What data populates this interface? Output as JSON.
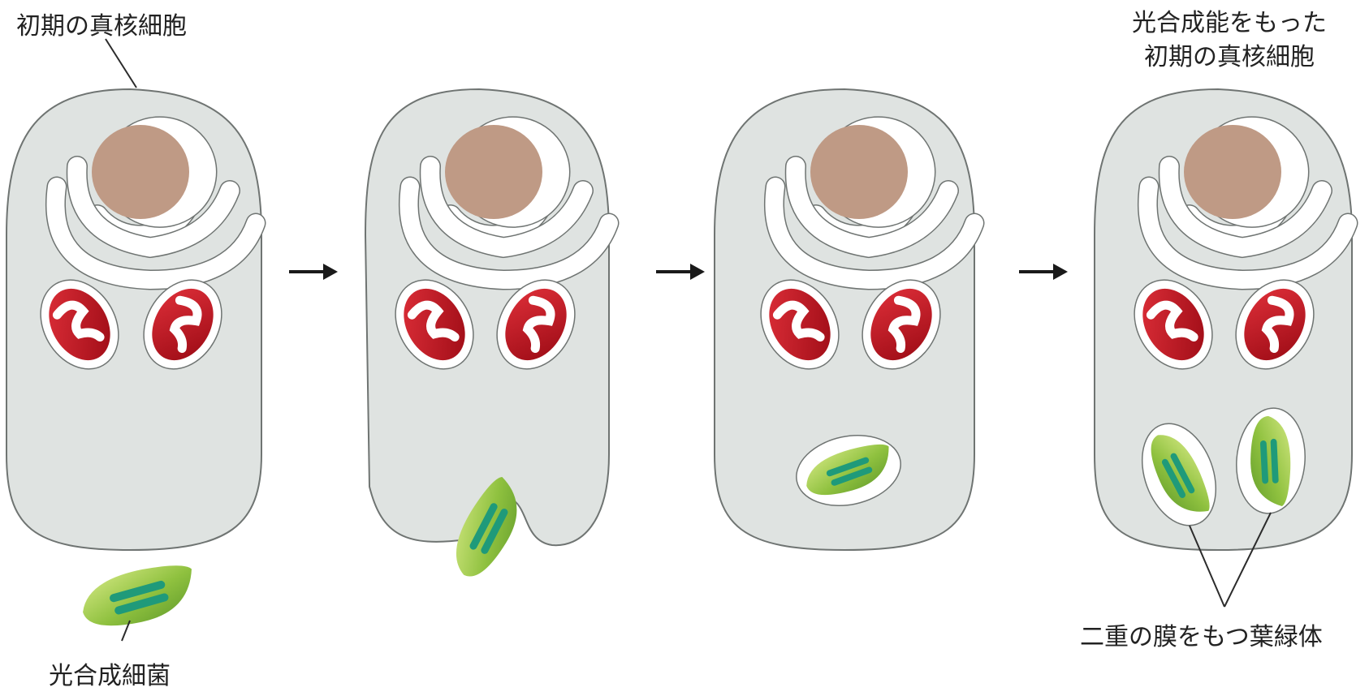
{
  "labels": {
    "early_eukaryote": "初期の真核細胞",
    "photosynthetic_bacterium": "光合成細菌",
    "photosynthetic_eukaryote_line1": "光合成能をもった",
    "photosynthetic_eukaryote_line2": "初期の真核細胞",
    "double_membrane_chloroplast": "二重の膜をもつ葉緑体"
  },
  "colors": {
    "cytoplasm": "#dfe3e1",
    "cell_outline": "#6f7472",
    "nucleus": "#bf9a85",
    "membrane": "#ffffff",
    "mitochondria": "#c8101e",
    "bacterium_outer": "#8fc13f",
    "thylakoid": "#1f9a7a",
    "arrow": "#1a1a1a"
  },
  "icons": {
    "arrow": "right-arrow"
  }
}
